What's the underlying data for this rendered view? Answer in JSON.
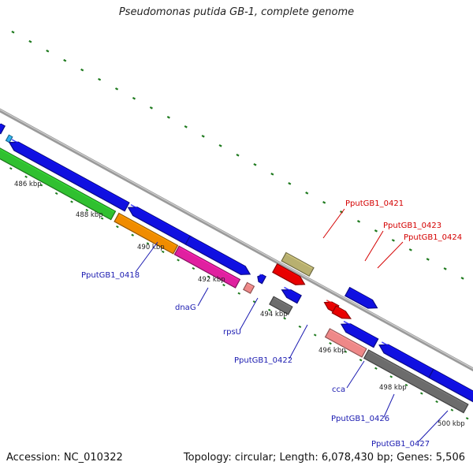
{
  "title": "Pseudomonas putida GB-1, complete genome",
  "footer": {
    "accession": "Accession: NC_010322",
    "summary": "Topology: circular; Length: 6,078,430 bp; Genes: 5,506"
  },
  "colors": {
    "backbone": "#8a8a8a",
    "tick": "#1e7a1e",
    "label_blue": "#1a1ab0",
    "label_red": "#d40000",
    "blue": "#1010e0",
    "green": "#30c030",
    "orange": "#f08c00",
    "magenta": "#e020a0",
    "pink": "#ee8888",
    "olive": "#b8b070",
    "red": "#e80000",
    "gray": "#6c6c6c",
    "light_blue": "#30b0f0"
  },
  "scale_labels": [
    "486 kbp",
    "488 kbp",
    "490 kbp",
    "492 kbp",
    "494 kbp",
    "496 kbp",
    "498 kbp",
    "500 kbp"
  ],
  "gene_labels": [
    {
      "text": "PputGB1_0418",
      "color": "blue"
    },
    {
      "text": "dnaG",
      "color": "blue"
    },
    {
      "text": "rpsU",
      "color": "blue"
    },
    {
      "text": "PputGB1_0422",
      "color": "blue"
    },
    {
      "text": "cca",
      "color": "blue"
    },
    {
      "text": "PputGB1_0426",
      "color": "blue"
    },
    {
      "text": "PputGB1_0427",
      "color": "blue"
    },
    {
      "text": "PputGB1_0421",
      "color": "red"
    },
    {
      "text": "PputGB1_0423",
      "color": "red"
    },
    {
      "text": "PputGB1_0424",
      "color": "red"
    }
  ]
}
